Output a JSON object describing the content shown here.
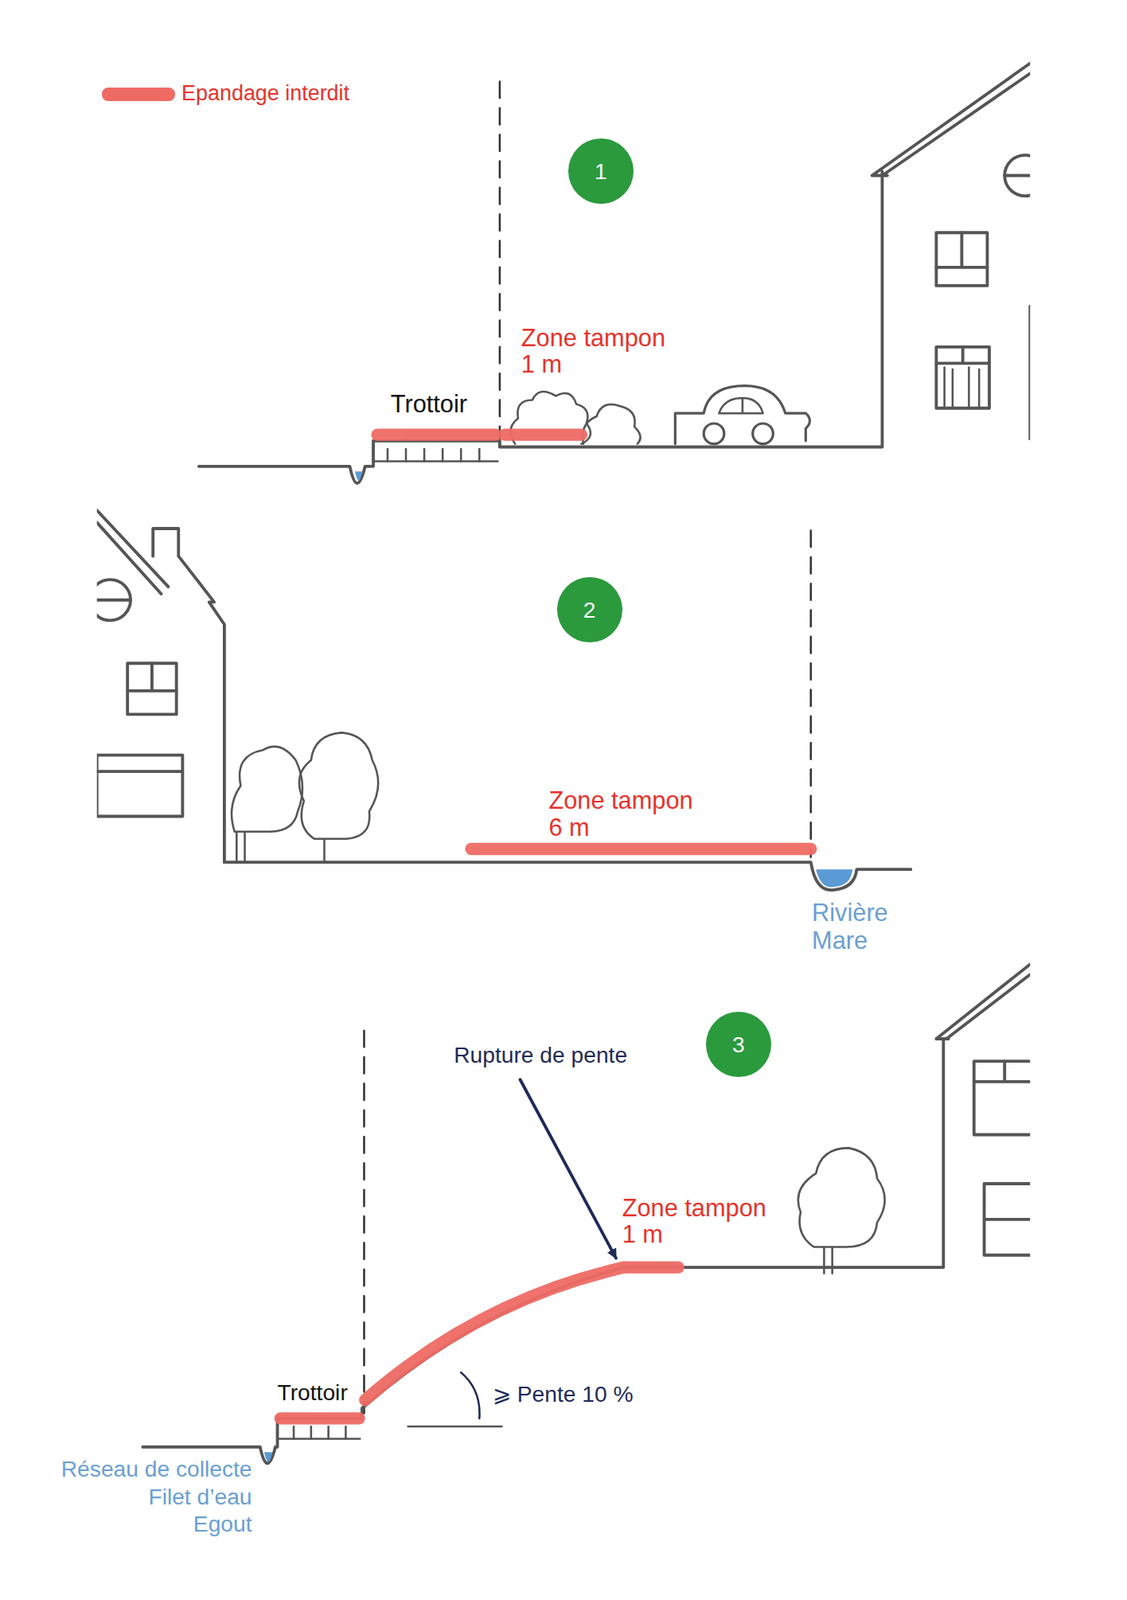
{
  "diagram": {
    "nodes": [
      {
        "text": [
          "1"
        ]
      },
      {
        "text": [
          "2"
        ]
      },
      {
        "text": [
          "3"
        ]
      }
    ],
    "labels": [
      "Trottoir",
      "Zone tampon 1 m",
      "Zone tampon 6 m",
      "Rivière",
      "Mare",
      "Rupture de pente",
      "Zone tampon 1 m",
      "⩾ Pente 10 %",
      "Trottoir",
      "Réseau de collecte",
      "Filet d’eau",
      "Egout"
    ],
    "legend": [
      {
        "text": "Epandage interdit",
        "color": "#ee6b64"
      }
    ]
  }
}
